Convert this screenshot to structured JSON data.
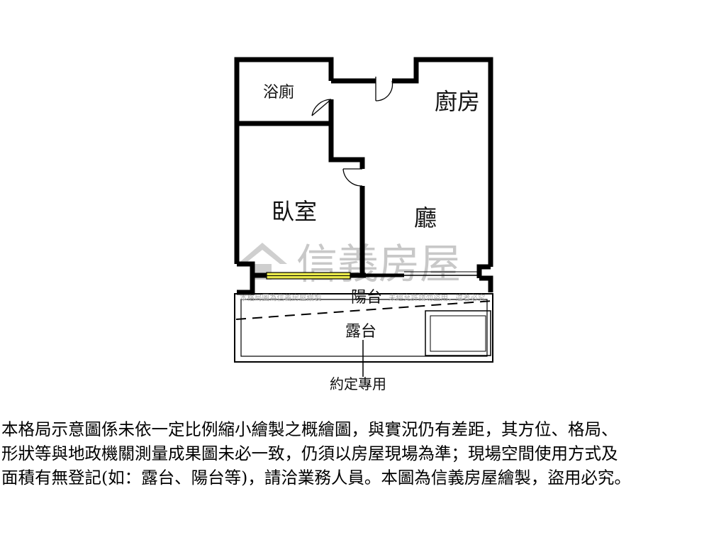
{
  "floorplan": {
    "rooms": {
      "bathroom": "浴廁",
      "kitchen": "廚房",
      "bedroom": "臥室",
      "living_room": "廳",
      "balcony": "陽台",
      "terrace": "露台"
    },
    "callout": "約定專用"
  },
  "watermark": {
    "brand": "信義房屋",
    "notice_left": "本格局圖為信義房屋繪製",
    "notice_right": "未經允許請勿盜用，違者必究"
  },
  "disclaimer": {
    "lines": [
      "本格局示意圖係未依一定比例縮小繪製之概繪圖，與實況仍有差距，其方位、格局、",
      "形狀等與地政機關測量成果圖未必一致，仍須以房屋現場為準；現場空間使用方式及",
      "面積有無登記(如：露台、陽台等)，請洽業務人員。本圖為信義房屋繪製，盜用必究。"
    ]
  },
  "colors": {
    "wall": "#000000",
    "window_fill": "#e8e84a",
    "watermark": "#c8c8c8"
  }
}
